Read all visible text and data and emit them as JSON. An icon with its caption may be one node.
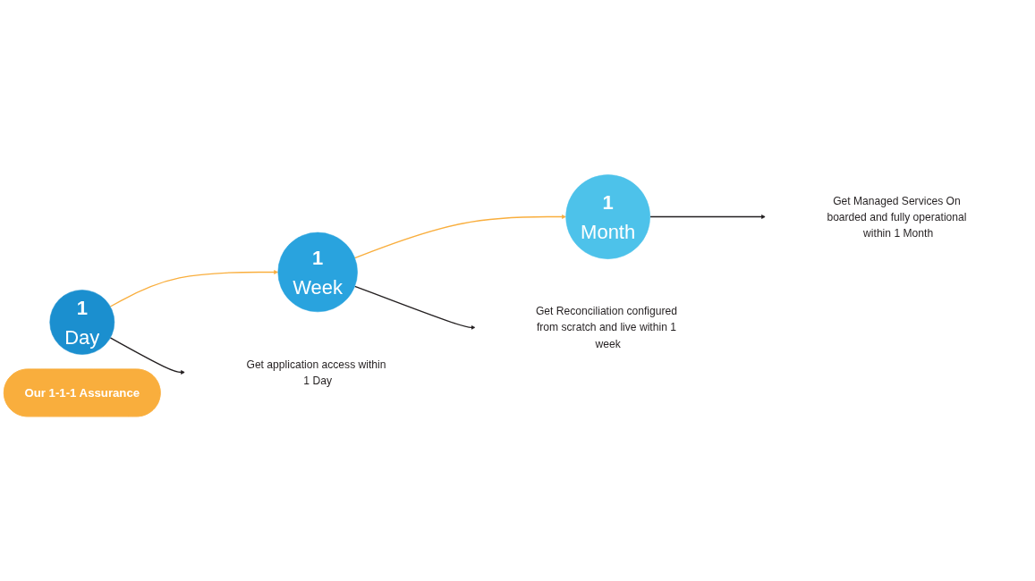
{
  "diagram": {
    "nodes": [
      {
        "text": [
          "1",
          "Day"
        ]
      },
      {
        "text": [
          "1",
          "Week"
        ]
      },
      {
        "text": [
          "1",
          "Month"
        ]
      },
      {
        "text": [
          "Get application access within 1 Day"
        ]
      },
      {
        "text": [
          "Get Reconciliation configured from scratch and live within 1 week"
        ]
      },
      {
        "text": [
          "Get Managed Services On boarded and fully operational within 1 Month"
        ]
      },
      {
        "text": [
          "Our 1-1-1 Assurance"
        ]
      }
    ],
    "edges": [
      {
        "from": 0,
        "to": 1,
        "arrow": "to",
        "color": "#f9ae3d"
      },
      {
        "from": 1,
        "to": 2,
        "arrow": "to",
        "color": "#f9ae3d"
      },
      {
        "from": 0,
        "to": 3,
        "arrow": "to"
      },
      {
        "from": 1,
        "to": 4,
        "arrow": "to"
      },
      {
        "from": 2,
        "to": 5,
        "arrow": "to"
      }
    ]
  }
}
